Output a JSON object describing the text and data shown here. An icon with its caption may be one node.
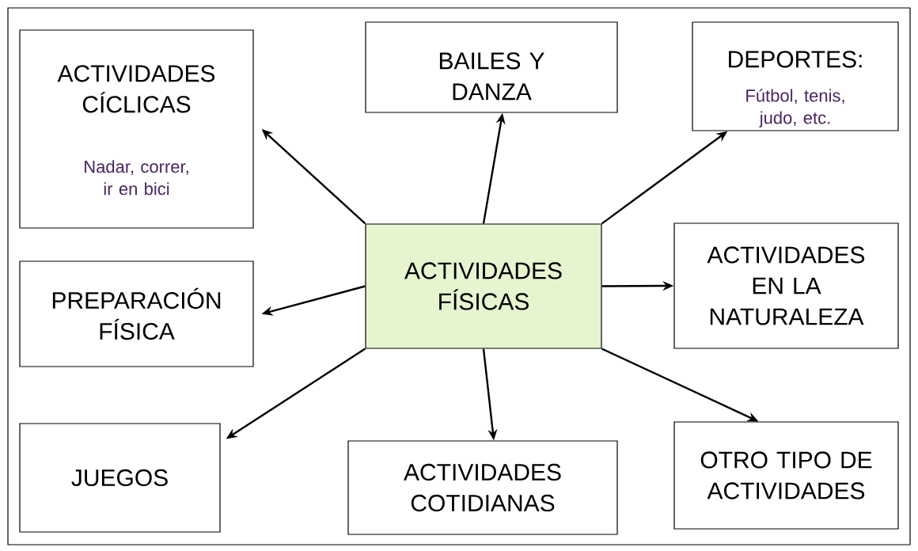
{
  "diagram": {
    "nodes": [
      {
        "text": [
          "ACTIVIDADES FÍSICAS"
        ]
      },
      {
        "text": [
          "ACTIVIDADES CÍCLICAS",
          "Nadar, correr, ir en bici"
        ]
      },
      {
        "text": [
          "BAILES Y DANZA"
        ]
      },
      {
        "text": [
          "DEPORTES:",
          "Fútbol, tenis, judo, etc."
        ]
      },
      {
        "text": [
          "PREPARACIÓN FÍSICA"
        ]
      },
      {
        "text": [
          "ACTIVIDADES EN LA NATURALEZA"
        ]
      },
      {
        "text": [
          "JUEGOS"
        ]
      },
      {
        "text": [
          "ACTIVIDADES COTIDIANAS"
        ]
      },
      {
        "text": [
          "OTRO TIPO DE ACTIVIDADES"
        ]
      }
    ],
    "edges": [
      {
        "from": 0,
        "to": 1,
        "arrow": "to"
      },
      {
        "from": 0,
        "to": 2,
        "arrow": "to"
      },
      {
        "from": 0,
        "to": 3,
        "arrow": "to"
      },
      {
        "from": 0,
        "to": 4,
        "arrow": "to"
      },
      {
        "from": 0,
        "to": 5,
        "arrow": "to"
      },
      {
        "from": 0,
        "to": 6,
        "arrow": "to"
      },
      {
        "from": 0,
        "to": 7,
        "arrow": "to"
      },
      {
        "from": 0,
        "to": 8,
        "arrow": "to"
      }
    ]
  }
}
